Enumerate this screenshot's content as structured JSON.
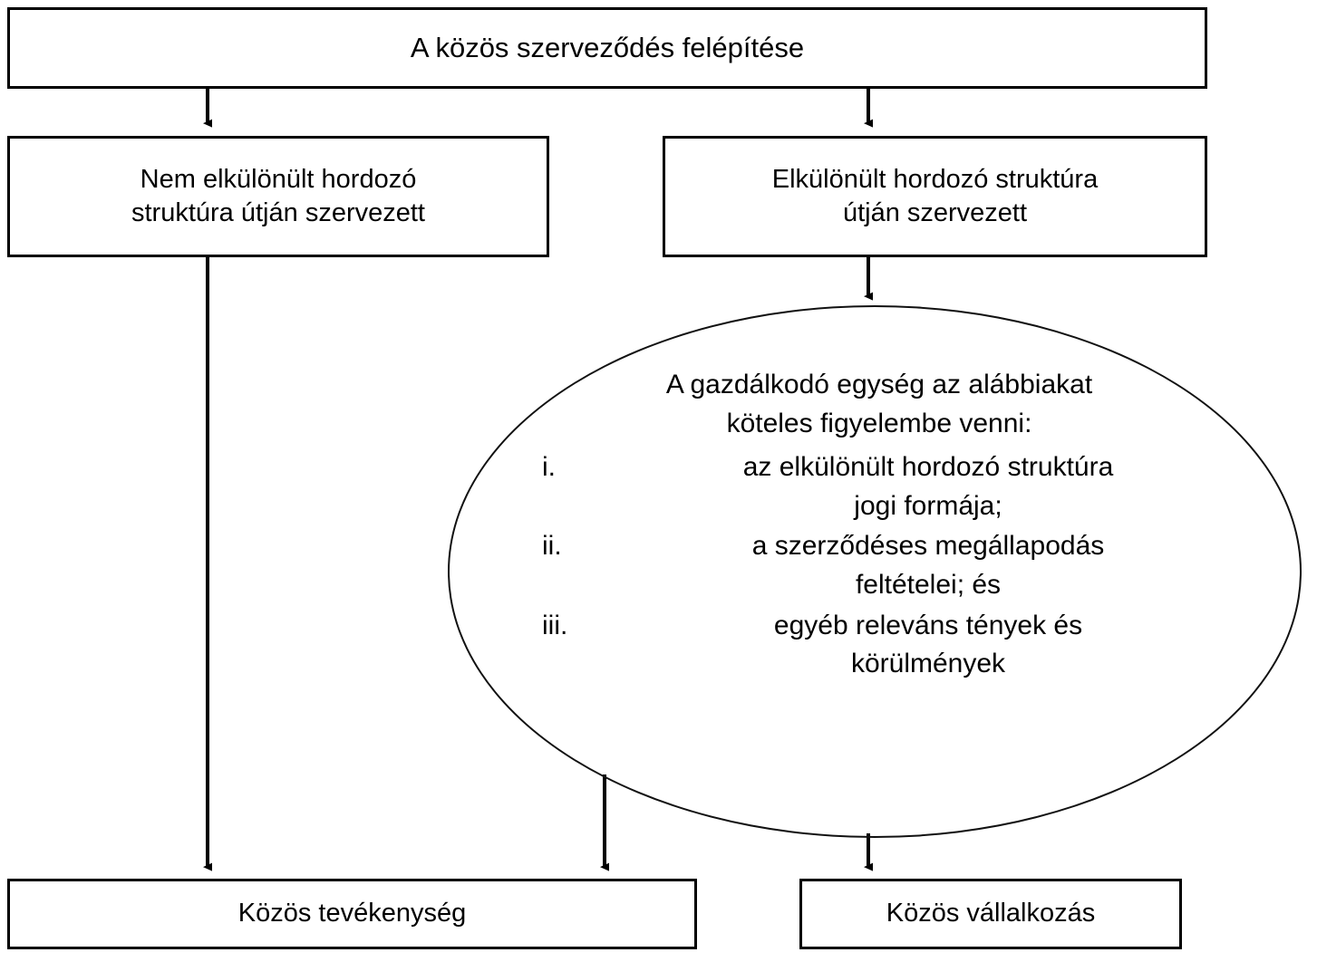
{
  "diagram": {
    "title": "A közös szerveződés felépítése",
    "colors": {
      "background": "#ffffff",
      "stroke": "#000000",
      "text": "#000000",
      "ellipse_stroke": "#111111"
    },
    "nodes": {
      "root": {
        "label": "A közös szerveződés felépítése"
      },
      "non_separate_vehicle": {
        "label": "Nem elkülönült hordozó\nstruktúra útján szervezett"
      },
      "separate_vehicle": {
        "label": "Elkülönült hordozó struktúra\nútján szervezett"
      },
      "considerations": {
        "intro": "A gazdálkodó egység az alábbiakat\nköteles figyelembe venni:",
        "items": [
          {
            "marker": "i.",
            "text": "az elkülönült hordozó struktúra\njogi formája;"
          },
          {
            "marker": "ii.",
            "text": "a szerződéses megállapodás\nfeltételei; és"
          },
          {
            "marker": "iii.",
            "text": "egyéb releváns tények és\nkörülmények"
          }
        ]
      },
      "joint_operation": {
        "label": "Közös tevékenység"
      },
      "joint_venture": {
        "label": "Közös vállalkozás"
      }
    },
    "edges": [
      {
        "name": "root-to-non-separate",
        "from": "root",
        "to": "non_separate_vehicle"
      },
      {
        "name": "root-to-separate",
        "from": "root",
        "to": "separate_vehicle"
      },
      {
        "name": "separate-to-considerations",
        "from": "separate_vehicle",
        "to": "considerations"
      },
      {
        "name": "non-separate-to-joint-operation",
        "from": "non_separate_vehicle",
        "to": "joint_operation"
      },
      {
        "name": "considerations-to-joint-operation",
        "from": "considerations",
        "to": "joint_operation"
      },
      {
        "name": "considerations-to-joint-venture",
        "from": "considerations",
        "to": "joint_venture"
      }
    ]
  }
}
